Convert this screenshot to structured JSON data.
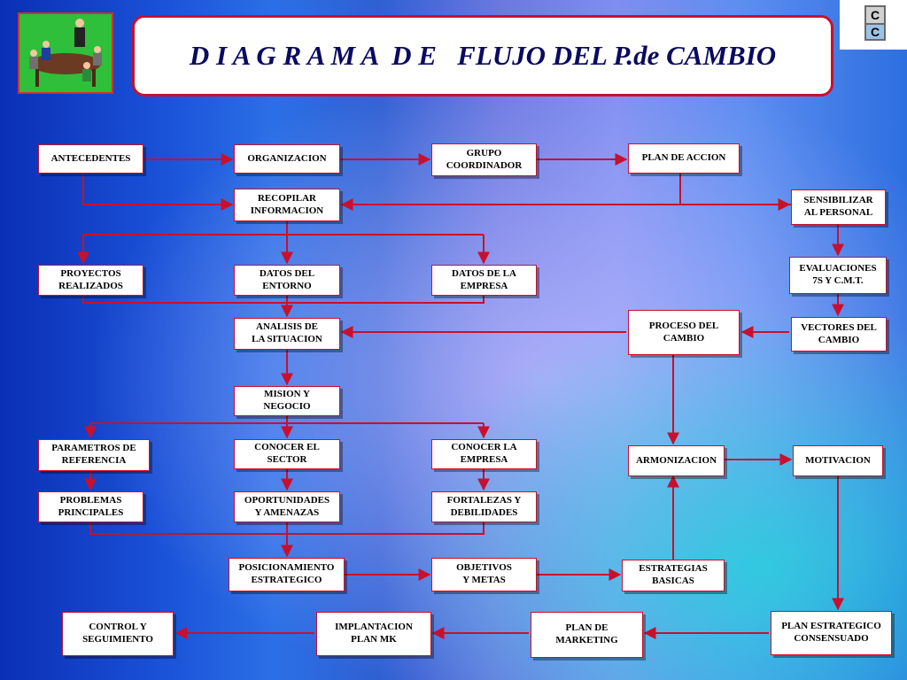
{
  "title": "D I A G R A M A  D E   FLUJO DEL P.de CAMBIO",
  "logo_letters": [
    "C",
    "C"
  ],
  "colors": {
    "arrow": "#c8102e",
    "box_border": "#c8102e",
    "title_text": "#0a0a60"
  },
  "nodes": {
    "antecedentes": "ANTECEDENTES",
    "organizacion": "ORGANIZACION",
    "grupo_coordinador": "GRUPO\nCOORDINADOR",
    "plan_de_accion": "PLAN DE ACCION",
    "recopilar_informacion": "RECOPILAR\nINFORMACION",
    "sensibilizar_personal": "SENSIBILIZAR\nAL PERSONAL",
    "proyectos_realizados": "PROYECTOS\nREALIZADOS",
    "datos_entorno": "DATOS DEL\nENTORNO",
    "datos_empresa": "DATOS DE LA\nEMPRESA",
    "evaluaciones": "EVALUACIONES\n7S Y C.M.T.",
    "analisis_situacion": "ANALISIS DE\nLA SITUACION",
    "proceso_cambio": "PROCESO DEL\nCAMBIO",
    "vectores_cambio": "VECTORES DEL\nCAMBIO",
    "mision_negocio": "MISION Y\nNEGOCIO",
    "parametros_referencia": "PARAMETROS DE\nREFERENCIA",
    "conocer_sector": "CONOCER EL\nSECTOR",
    "conocer_empresa": "CONOCER LA\nEMPRESA",
    "armonizacion": "ARMONIZACION",
    "motivacion": "MOTIVACION",
    "problemas_principales": "PROBLEMAS\nPRINCIPALES",
    "oportunidades_amenazas": "OPORTUNIDADES\nY AMENAZAS",
    "fortalezas_debilidades": "FORTALEZAS Y\nDEBILIDADES",
    "posicionamiento_estrategico": "POSICIONAMIENTO\nESTRATEGICO",
    "objetivos_metas": "OBJETIVOS\nY METAS",
    "estrategias_basicas": "ESTRATEGIAS\nBASICAS",
    "control_seguimiento": "CONTROL Y\nSEGUIMIENTO",
    "implantacion_plan_mk": "IMPLANTACION\nPLAN MK",
    "plan_marketing": "PLAN DE\nMARKETING",
    "plan_estrategico_consensuado": "PLAN ESTRATEGICO\nCONSENSUADO"
  }
}
